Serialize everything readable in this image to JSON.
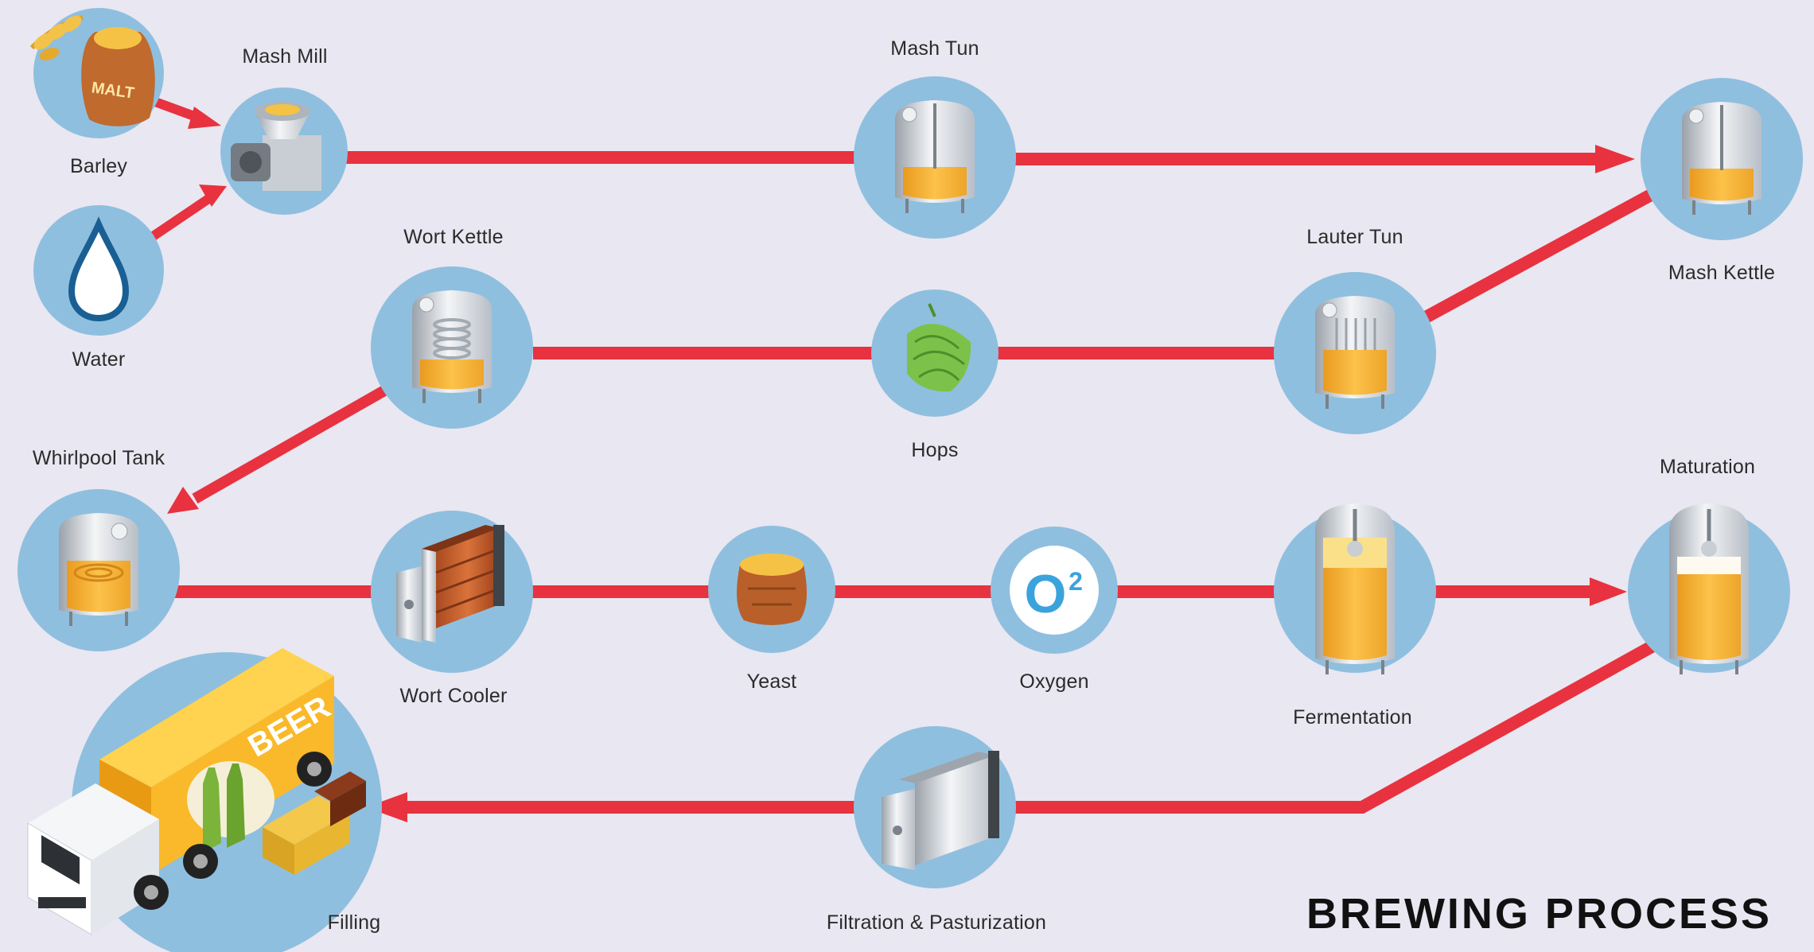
{
  "title": "BREWING PROCESS",
  "steps": {
    "barley": "Barley",
    "water": "Water",
    "mash_mill": "Mash Mill",
    "mash_tun": "Mash Tun",
    "mash_kettle": "Mash Kettle",
    "lauter_tun": "Lauter Tun",
    "hops": "Hops",
    "wort_kettle": "Wort Kettle",
    "whirlpool_tank": "Whirlpool Tank",
    "wort_cooler": "Wort Cooler",
    "yeast": "Yeast",
    "oxygen": "Oxygen",
    "fermentation": "Fermentation",
    "maturation": "Maturation",
    "filtration": "Filtration & Pasturization",
    "filling": "Filling"
  },
  "icon_text": {
    "malt": "MALT",
    "o2_main": "O",
    "o2_sub": "2",
    "beer": "BEER"
  },
  "colors": {
    "background": "#e9e7f1",
    "circle": "#8fbfdf",
    "pipe": "#e8323f",
    "beer": "#f7b733",
    "steel": "#d7dbe0"
  }
}
